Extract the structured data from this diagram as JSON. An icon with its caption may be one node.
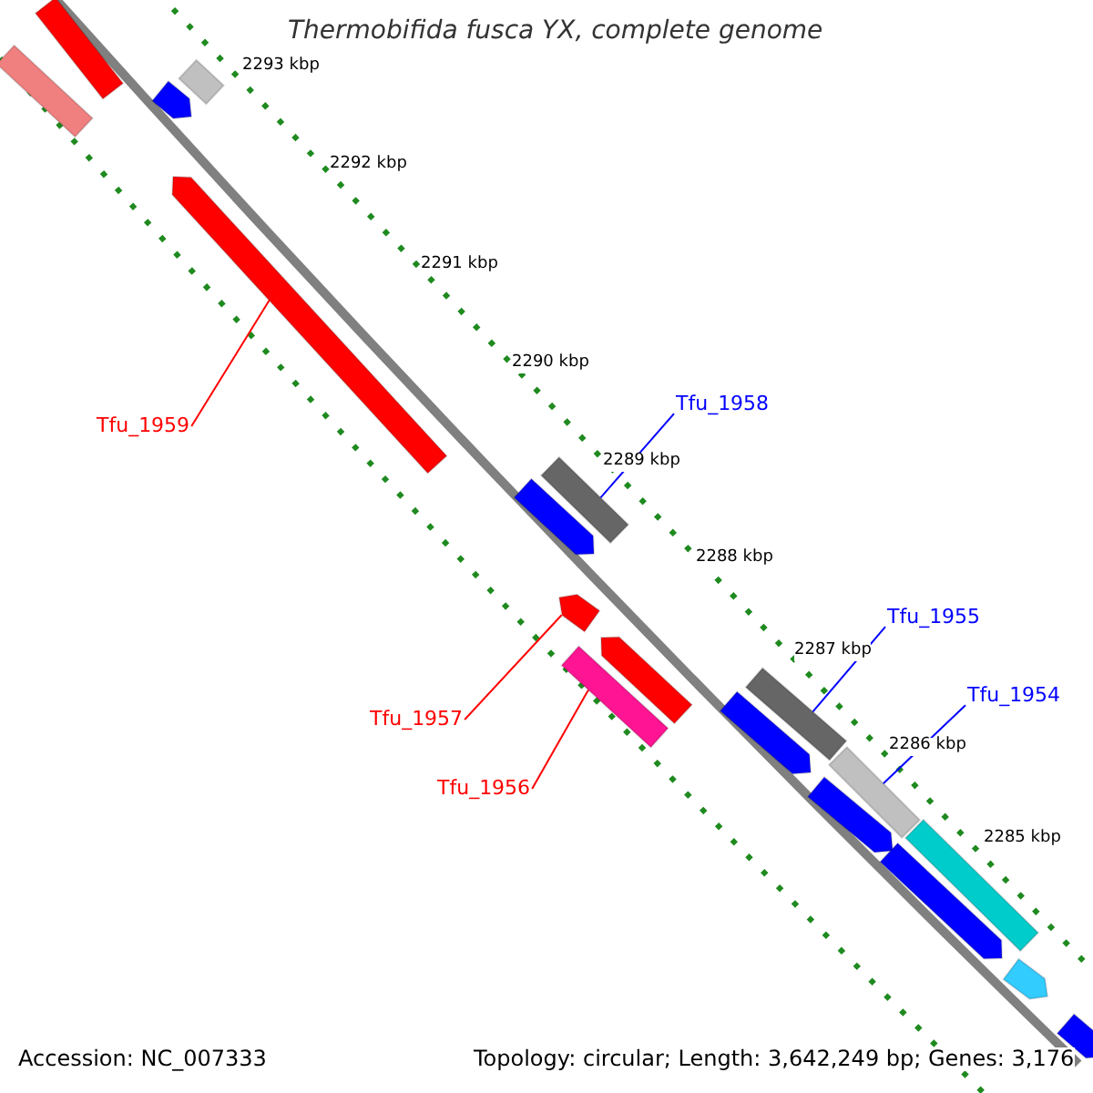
{
  "diagram": {
    "title": "Thermobifida fusca YX, complete genome",
    "nodes": [
      {
        "text": [
          "Tfu_1958"
        ]
      },
      {
        "text": [
          "Tfu_1959"
        ]
      },
      {
        "text": [
          "Tfu_1955"
        ]
      },
      {
        "text": [
          "Tfu_1954"
        ]
      },
      {
        "text": [
          "Tfu_1957"
        ]
      },
      {
        "text": [
          "Tfu_1956"
        ]
      },
      {
        "text": [],
        "shape": "bar"
      },
      {
        "text": [],
        "shape": "bar"
      },
      {
        "text": [],
        "shape": "bar"
      },
      {
        "text": [],
        "shape": "bar"
      },
      {
        "text": [],
        "shape": "bar"
      },
      {
        "text": [],
        "shape": "bar"
      },
      {
        "text": [],
        "shape": "bar"
      },
      {
        "text": [],
        "shape": "bar"
      },
      {
        "text": [],
        "shape": "bar"
      },
      {
        "text": [],
        "shape": "bar"
      },
      {
        "text": [],
        "shape": "bar"
      },
      {
        "text": [],
        "shape": "bar"
      },
      {
        "text": [],
        "shape": "bar"
      },
      {
        "text": [],
        "shape": "bar"
      },
      {
        "text": [],
        "shape": "bar"
      },
      {
        "text": [],
        "shape": "bar"
      },
      {
        "text": [],
        "shape": "bar"
      },
      {
        "text": [],
        "shape": "bar"
      }
    ],
    "edges": [
      {
        "from": 0,
        "to": 11,
        "arrow": "none"
      },
      {
        "from": 1,
        "to": 10,
        "arrow": "none",
        "color": "#ff0000"
      },
      {
        "from": 2,
        "to": 16,
        "arrow": "none"
      },
      {
        "from": 3,
        "to": 18,
        "arrow": "none"
      },
      {
        "from": 4,
        "to": 13,
        "arrow": "none",
        "color": "#ff0000"
      },
      {
        "from": 5,
        "to": 15,
        "arrow": "none",
        "color": "#ff0000"
      }
    ],
    "labels": [
      "2293 kbp",
      "2292 kbp",
      "2291 kbp",
      "2290 kbp",
      "2289 kbp",
      "2288 kbp",
      "2287 kbp",
      "2286 kbp",
      "2285 kbp",
      "Accession: NC_007333",
      "Topology: circular; Length: 3,642,249 bp; Genes: 3,176"
    ]
  }
}
